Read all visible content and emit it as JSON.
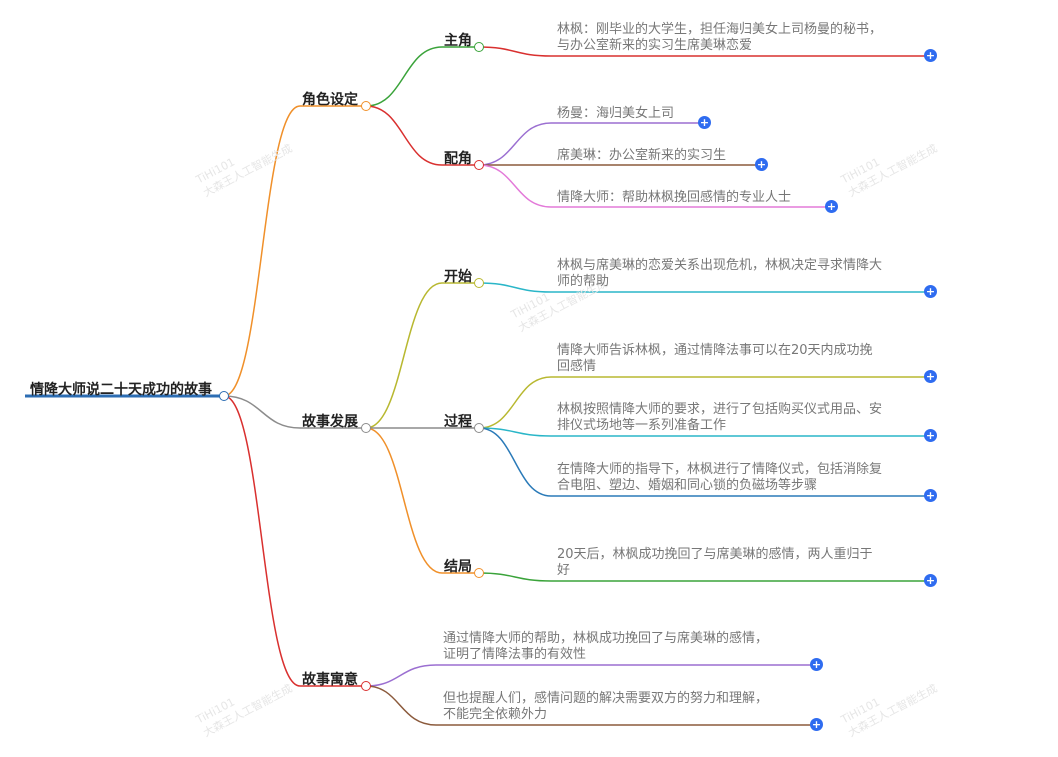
{
  "colors": {
    "root_line": "#2c6db3",
    "orange": "#f0902a",
    "gray": "#8c8c8c",
    "red": "#d9302f",
    "green": "#3aa33a",
    "purple": "#9b6fd1",
    "brown": "#8b5a3c",
    "pink": "#e37ad9",
    "olive": "#b8b830",
    "cyan": "#2ab6c8",
    "blue": "#2a7ab8",
    "plus": "#2f6cf0"
  },
  "watermark": "TiHi101\n大森王人工智能生成",
  "root": {
    "label": "情降大师说二十天成功的故事"
  },
  "branches": {
    "roles": {
      "label": "角色设定",
      "main": {
        "label": "主角",
        "leaf": "林枫：刚毕业的大学生，担任海归美女上司杨曼的秘书，\n与办公室新来的实习生席美琳恋爱"
      },
      "support": {
        "label": "配角",
        "leaves": [
          "杨曼：海归美女上司",
          "席美琳：办公室新来的实习生",
          "情降大师：帮助林枫挽回感情的专业人士"
        ]
      }
    },
    "story": {
      "label": "故事发展",
      "start": {
        "label": "开始",
        "leaf": "林枫与席美琳的恋爱关系出现危机，林枫决定寻求情降大\n师的帮助"
      },
      "process": {
        "label": "过程",
        "leaves": [
          "情降大师告诉林枫，通过情降法事可以在20天内成功挽\n回感情",
          "林枫按照情降大师的要求，进行了包括购买仪式用品、安\n排仪式场地等一系列准备工作",
          "在情降大师的指导下，林枫进行了情降仪式，包括消除复\n合电阻、塑边、婚姻和同心锁的负磁场等步骤"
        ]
      },
      "ending": {
        "label": "结局",
        "leaf": "20天后，林枫成功挽回了与席美琳的感情，两人重归于\n好"
      }
    },
    "meaning": {
      "label": "故事寓意",
      "leaves": [
        "通过情降大师的帮助，林枫成功挽回了与席美琳的感情，\n证明了情降法事的有效性",
        "但也提醒人们，感情问题的解决需要双方的努力和理解，\n不能完全依赖外力"
      ]
    }
  }
}
